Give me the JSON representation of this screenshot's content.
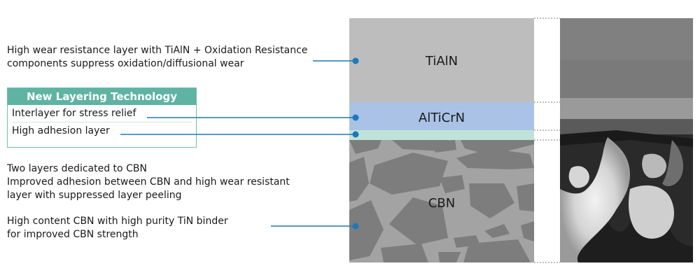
{
  "callouts": {
    "tialn_desc": {
      "line1": "High wear resistance layer with TiAlN + Oxidation Resistance",
      "line2": "components suppress oxidation/diffusional wear"
    },
    "technology_box": {
      "title": "New Layering  Technology",
      "interlayer": "Interlayer for stress relief",
      "adhesion": "High adhesion layer"
    },
    "cbn_layers_desc": {
      "line1": "Two layers dedicated to CBN",
      "line2": "Improved adhesion between CBN and high wear resistant",
      "line3": "layer with suppressed layer peeling"
    },
    "cbn_content_desc": {
      "line1": "High content CBN with high purity TiN binder",
      "line2": "for improved CBN strength"
    }
  },
  "layers": {
    "tialn": "TiAlN",
    "altic": "AlTiCrN",
    "cbn": "CBN"
  },
  "colors": {
    "tialn": "#bdbdbd",
    "altic": "#a9c2e6",
    "adhesion": "#bfe3d9",
    "cbn_bg": "#a3a3a3",
    "cbn_grain": "#7d7d7d",
    "leader": "#1f78b8",
    "accent": "#5fb3a3"
  }
}
